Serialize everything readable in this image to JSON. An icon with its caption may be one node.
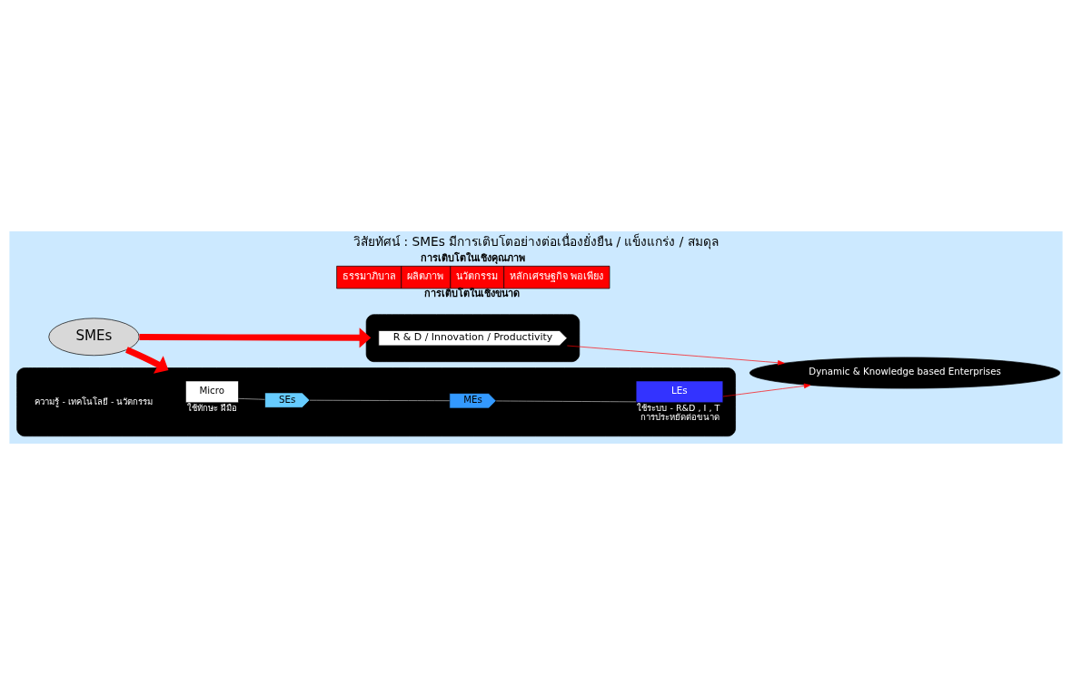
{
  "diagram": {
    "title": "วิสัยทัศน์ : SMEs มีการเติบโตอย่างต่อเนื่องยั่งยืน / แข็งแกร่ง / สมดุล",
    "nodes": [
      {
        "text": [
          "SMEs"
        ]
      },
      {
        "text": [],
        "shape": "box"
      },
      {
        "text": [
          "R & D / Innovation / Productivity"
        ],
        "in": 1
      },
      {
        "text": [
          "ธรรมาภิบาล",
          "ผลิตภาพ",
          "นวัตกรรม",
          "หลักเศรษฐกิจ พอเพียง"
        ],
        "beside": [
          "การเติบโตในเชิงคุณภาพ",
          "การเติบโตในเชิงขนาด"
        ]
      },
      {
        "text": [
          "Dynamic & Knowledge based Enterprises"
        ]
      },
      {
        "text": [],
        "shape": "box"
      },
      {
        "text": [
          "Micro"
        ],
        "in": 5,
        "beside": [
          "ใช้ทักษะ ฝีมือ"
        ]
      },
      {
        "text": [
          "SEs"
        ],
        "in": 5
      },
      {
        "text": [
          "MEs"
        ],
        "in": 5
      },
      {
        "text": [
          "LEs"
        ],
        "in": 5,
        "beside": [
          "ใช้ระบบ - R&D , I , T การประหยัดต่อขนาด"
        ]
      }
    ],
    "edges": [
      {
        "from": 0,
        "to": 1,
        "arrow": "to",
        "style": "thick"
      },
      {
        "from": 0,
        "to": 5,
        "arrow": "to",
        "style": "thick"
      },
      {
        "from": 2,
        "to": 4,
        "arrow": "to"
      },
      {
        "from": 9,
        "to": 4,
        "arrow": "to"
      },
      {
        "from": 6,
        "to": 7,
        "arrow": "none",
        "color": "#c0c0c0"
      },
      {
        "from": 7,
        "to": 8,
        "arrow": "none",
        "color": "#c0c0c0"
      },
      {
        "from": 8,
        "to": 9,
        "arrow": "none",
        "color": "#c0c0c0"
      }
    ],
    "labels": [
      "ความรู้ - เทคโนโลยี - นวัตกรรม"
    ]
  }
}
